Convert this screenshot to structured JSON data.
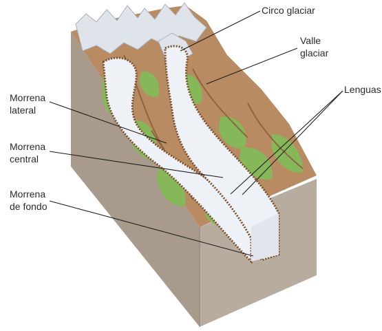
{
  "labels": {
    "circo": "Circo glaciar",
    "valle": [
      "Valle",
      "glaciar"
    ],
    "lenguas": "Lenguas",
    "lateral": [
      "Morrena",
      "lateral"
    ],
    "central": [
      "Morrena",
      "central"
    ],
    "fondo": [
      "Morrena",
      "de fondo"
    ]
  },
  "colors": {
    "ground_front": "#a99b8c",
    "ground_right": "#b8ac9e",
    "rock": "#b98b62",
    "rock_dark": "#8f6440",
    "vegetation": "#86b85a",
    "ice": "#eef1f5",
    "snow_peaks": "#dfe3ea",
    "moraine": "#7a4f2c",
    "leader": "#1e1e1e"
  }
}
